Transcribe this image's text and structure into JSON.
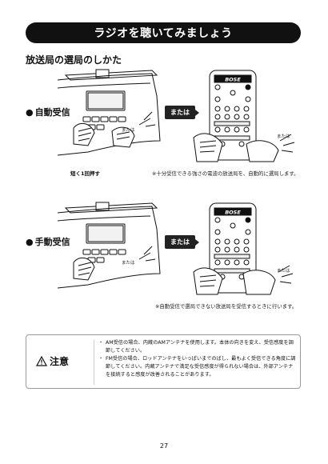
{
  "banner": {
    "title": "ラジオを聴いてみましょう"
  },
  "section": {
    "title": "放送局の選局のしかた"
  },
  "auto": {
    "label": "自動受信",
    "or_text": "または",
    "device_or": "または",
    "remote_or": "または",
    "short_press": "短く1回押す",
    "note": "※十分受信できる強さの電波の放送局を、自動的に選局します。"
  },
  "manual": {
    "label": "手動受信",
    "or_text": "または",
    "device_or": "または",
    "remote_or": "または",
    "note": "※自動受信で選局できない放送局を受信するときに行います。"
  },
  "remote": {
    "brand": "BOSE"
  },
  "caution": {
    "title": "注意",
    "items": [
      "AM受信の場合、内蔵のAMアンテナを使用します。本体の向きを変え、受信感度を調節してください。",
      "FM受信の場合、ロッドアンテナをいっぱいまでのばし、最もよく受信できる角度に調節してください。内蔵アンテナで満足な受信感度が得られない場合は、外部アンテナを接続すると感度が改善されることがあります。"
    ]
  },
  "page": {
    "number": "27"
  }
}
